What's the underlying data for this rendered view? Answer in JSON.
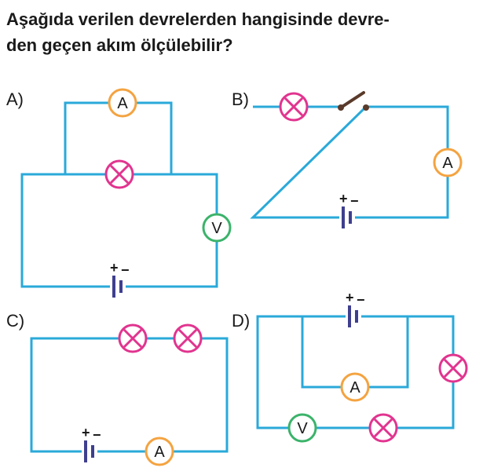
{
  "question": {
    "line1": "Aşağıda verilen devrelerden hangisinde devre-",
    "line2": "den geçen akım ölçülebilir?"
  },
  "options": {
    "a": {
      "label": "A)",
      "meters": {
        "ammeter": "A",
        "voltmeter": "V"
      }
    },
    "b": {
      "label": "B)",
      "meters": {
        "ammeter": "A"
      }
    },
    "c": {
      "label": "C)",
      "meters": {
        "ammeter": "A"
      }
    },
    "d": {
      "label": "D)",
      "meters": {
        "ammeter": "A",
        "voltmeter": "V"
      }
    }
  },
  "battery_signs": {
    "plus": "+",
    "minus": "−"
  },
  "colors": {
    "wire": "#2aa9d9",
    "ammeter": "#f4a340",
    "voltmeter": "#3bb36a",
    "lamp": "#e1348f",
    "battery": "#3f3f8f",
    "switch": "#5a3a2a"
  }
}
